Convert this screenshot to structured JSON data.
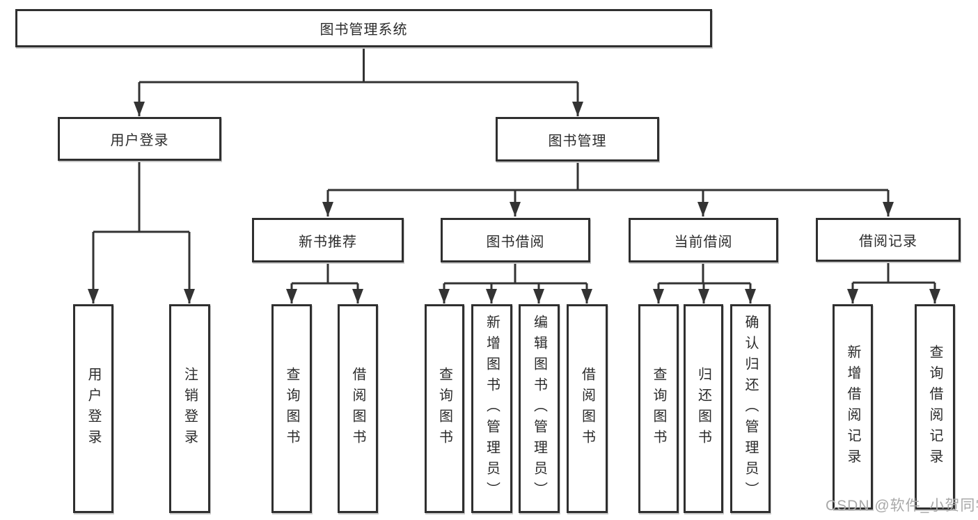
{
  "tree": {
    "label": "图书管理系统",
    "children": [
      {
        "label": "用户登录",
        "children": [
          {
            "label": "用户登录"
          },
          {
            "label": "注销登录"
          }
        ]
      },
      {
        "label": "图书管理",
        "children": [
          {
            "label": "新书推荐",
            "children": [
              {
                "label": "查询图书"
              },
              {
                "label": "借阅图书"
              }
            ]
          },
          {
            "label": "图书借阅",
            "children": [
              {
                "label": "查询图书"
              },
              {
                "label": "新增图书（管理员）"
              },
              {
                "label": "编辑图书（管理员）"
              },
              {
                "label": "借阅图书"
              }
            ]
          },
          {
            "label": "当前借阅",
            "children": [
              {
                "label": "查询图书"
              },
              {
                "label": "归还图书"
              },
              {
                "label": "确认归还（管理员）"
              }
            ]
          },
          {
            "label": "借阅记录",
            "children": [
              {
                "label": "新增借阅记录"
              },
              {
                "label": "查询借阅记录"
              }
            ]
          }
        ]
      }
    ]
  },
  "watermark": {
    "text": "CSDN @软件_小贺同学"
  },
  "colors": {
    "line": "#333333",
    "box_border": "#2f2f2f",
    "text": "#2b2b2b",
    "watermark": "#a8a8a8",
    "background": "#ffffff"
  }
}
